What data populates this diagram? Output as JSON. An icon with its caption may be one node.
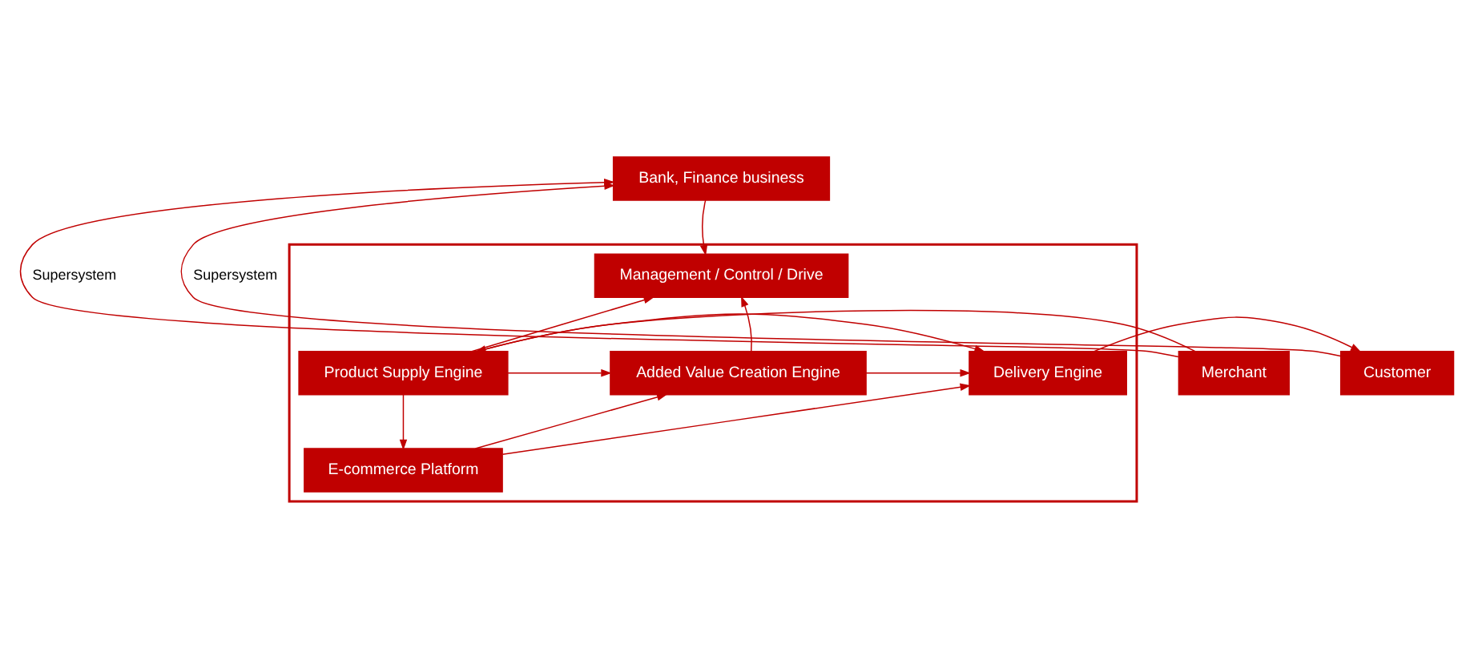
{
  "diagram": {
    "nodes": [
      {
        "text": [
          "Bank, Finance business"
        ]
      },
      {
        "text": [],
        "shape": "box"
      },
      {
        "text": [
          "Management / Control / Drive"
        ],
        "in": 1
      },
      {
        "text": [
          "Merchant"
        ]
      },
      {
        "text": [
          "Product Supply Engine"
        ],
        "in": 1
      },
      {
        "text": [
          "Added Value Creation Engine"
        ],
        "in": 1
      },
      {
        "text": [
          "Delivery Engine"
        ],
        "in": 1
      },
      {
        "text": [
          "Customer"
        ]
      },
      {
        "text": [
          "E-commerce Platform"
        ],
        "in": 1
      }
    ],
    "edges": [
      {
        "from": 3,
        "to": 0,
        "arrow": "to",
        "label": "Supersystem"
      },
      {
        "from": 7,
        "to": 0,
        "arrow": "to",
        "label": "Supersystem"
      },
      {
        "from": 0,
        "to": 2,
        "arrow": "to"
      },
      {
        "from": 3,
        "to": 4,
        "arrow": "to"
      },
      {
        "from": 4,
        "to": 5,
        "arrow": "to"
      },
      {
        "from": 5,
        "to": 6,
        "arrow": "to"
      },
      {
        "from": 6,
        "to": 7,
        "arrow": "to"
      },
      {
        "from": 4,
        "to": 2,
        "arrow": "to"
      },
      {
        "from": 4,
        "to": 6,
        "arrow": "to"
      },
      {
        "from": 5,
        "to": 2,
        "arrow": "to"
      },
      {
        "from": 4,
        "to": 8,
        "arrow": "to"
      },
      {
        "from": 8,
        "to": 5,
        "arrow": "to"
      },
      {
        "from": 8,
        "to": 6,
        "arrow": "to"
      }
    ]
  }
}
